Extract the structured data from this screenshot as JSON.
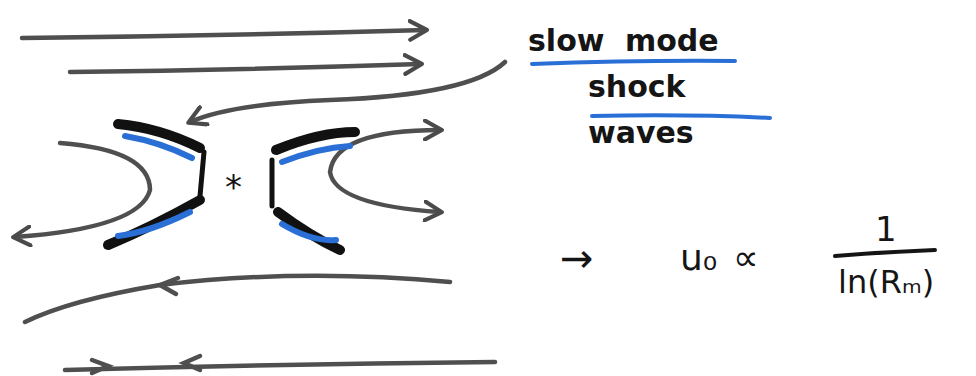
{
  "diagram": {
    "labels": [
      "slow mode shock waves",
      "*",
      "→",
      "u₀",
      "∝",
      "1",
      "ln(Rₘ)"
    ]
  }
}
